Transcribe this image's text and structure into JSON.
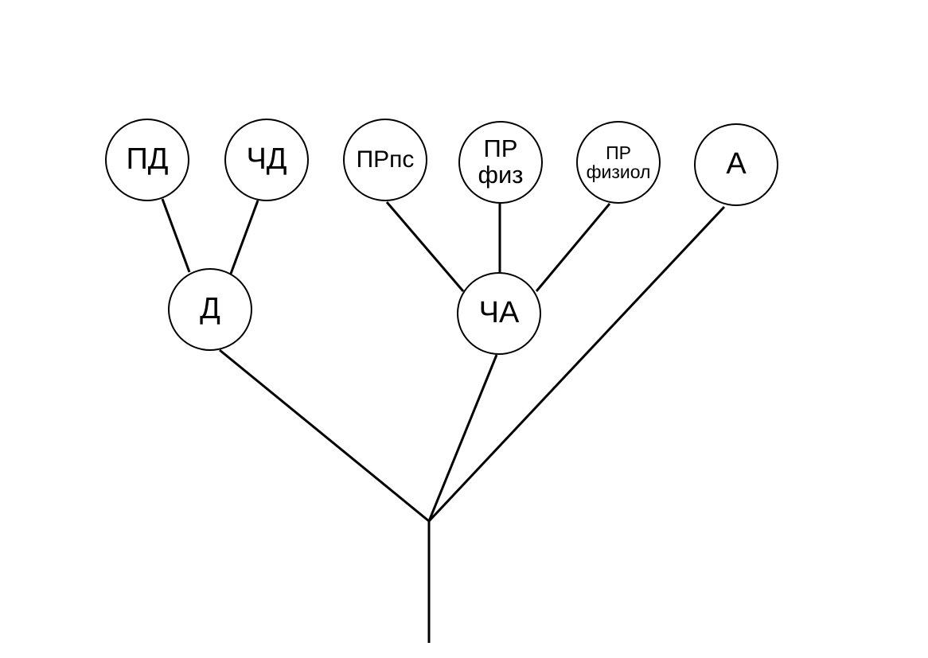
{
  "diagram": {
    "line_color": "#000000",
    "background": "#ffffff",
    "nodes": {
      "pd": "ПД",
      "chd": "ЧД",
      "prps": "ПРпс",
      "prfiz": "ПР\nфиз",
      "prfiziol": "ПР\nфизиол",
      "a": "А",
      "d": "Д",
      "cha": "ЧА"
    },
    "edges": [
      [
        "pd",
        "d"
      ],
      [
        "chd",
        "d"
      ],
      [
        "prps",
        "cha"
      ],
      [
        "prfiz",
        "cha"
      ],
      [
        "prfiziol",
        "cha"
      ],
      [
        "d",
        "root"
      ],
      [
        "cha",
        "root"
      ],
      [
        "a",
        "root"
      ],
      [
        "root",
        "trunk-bottom"
      ]
    ]
  }
}
